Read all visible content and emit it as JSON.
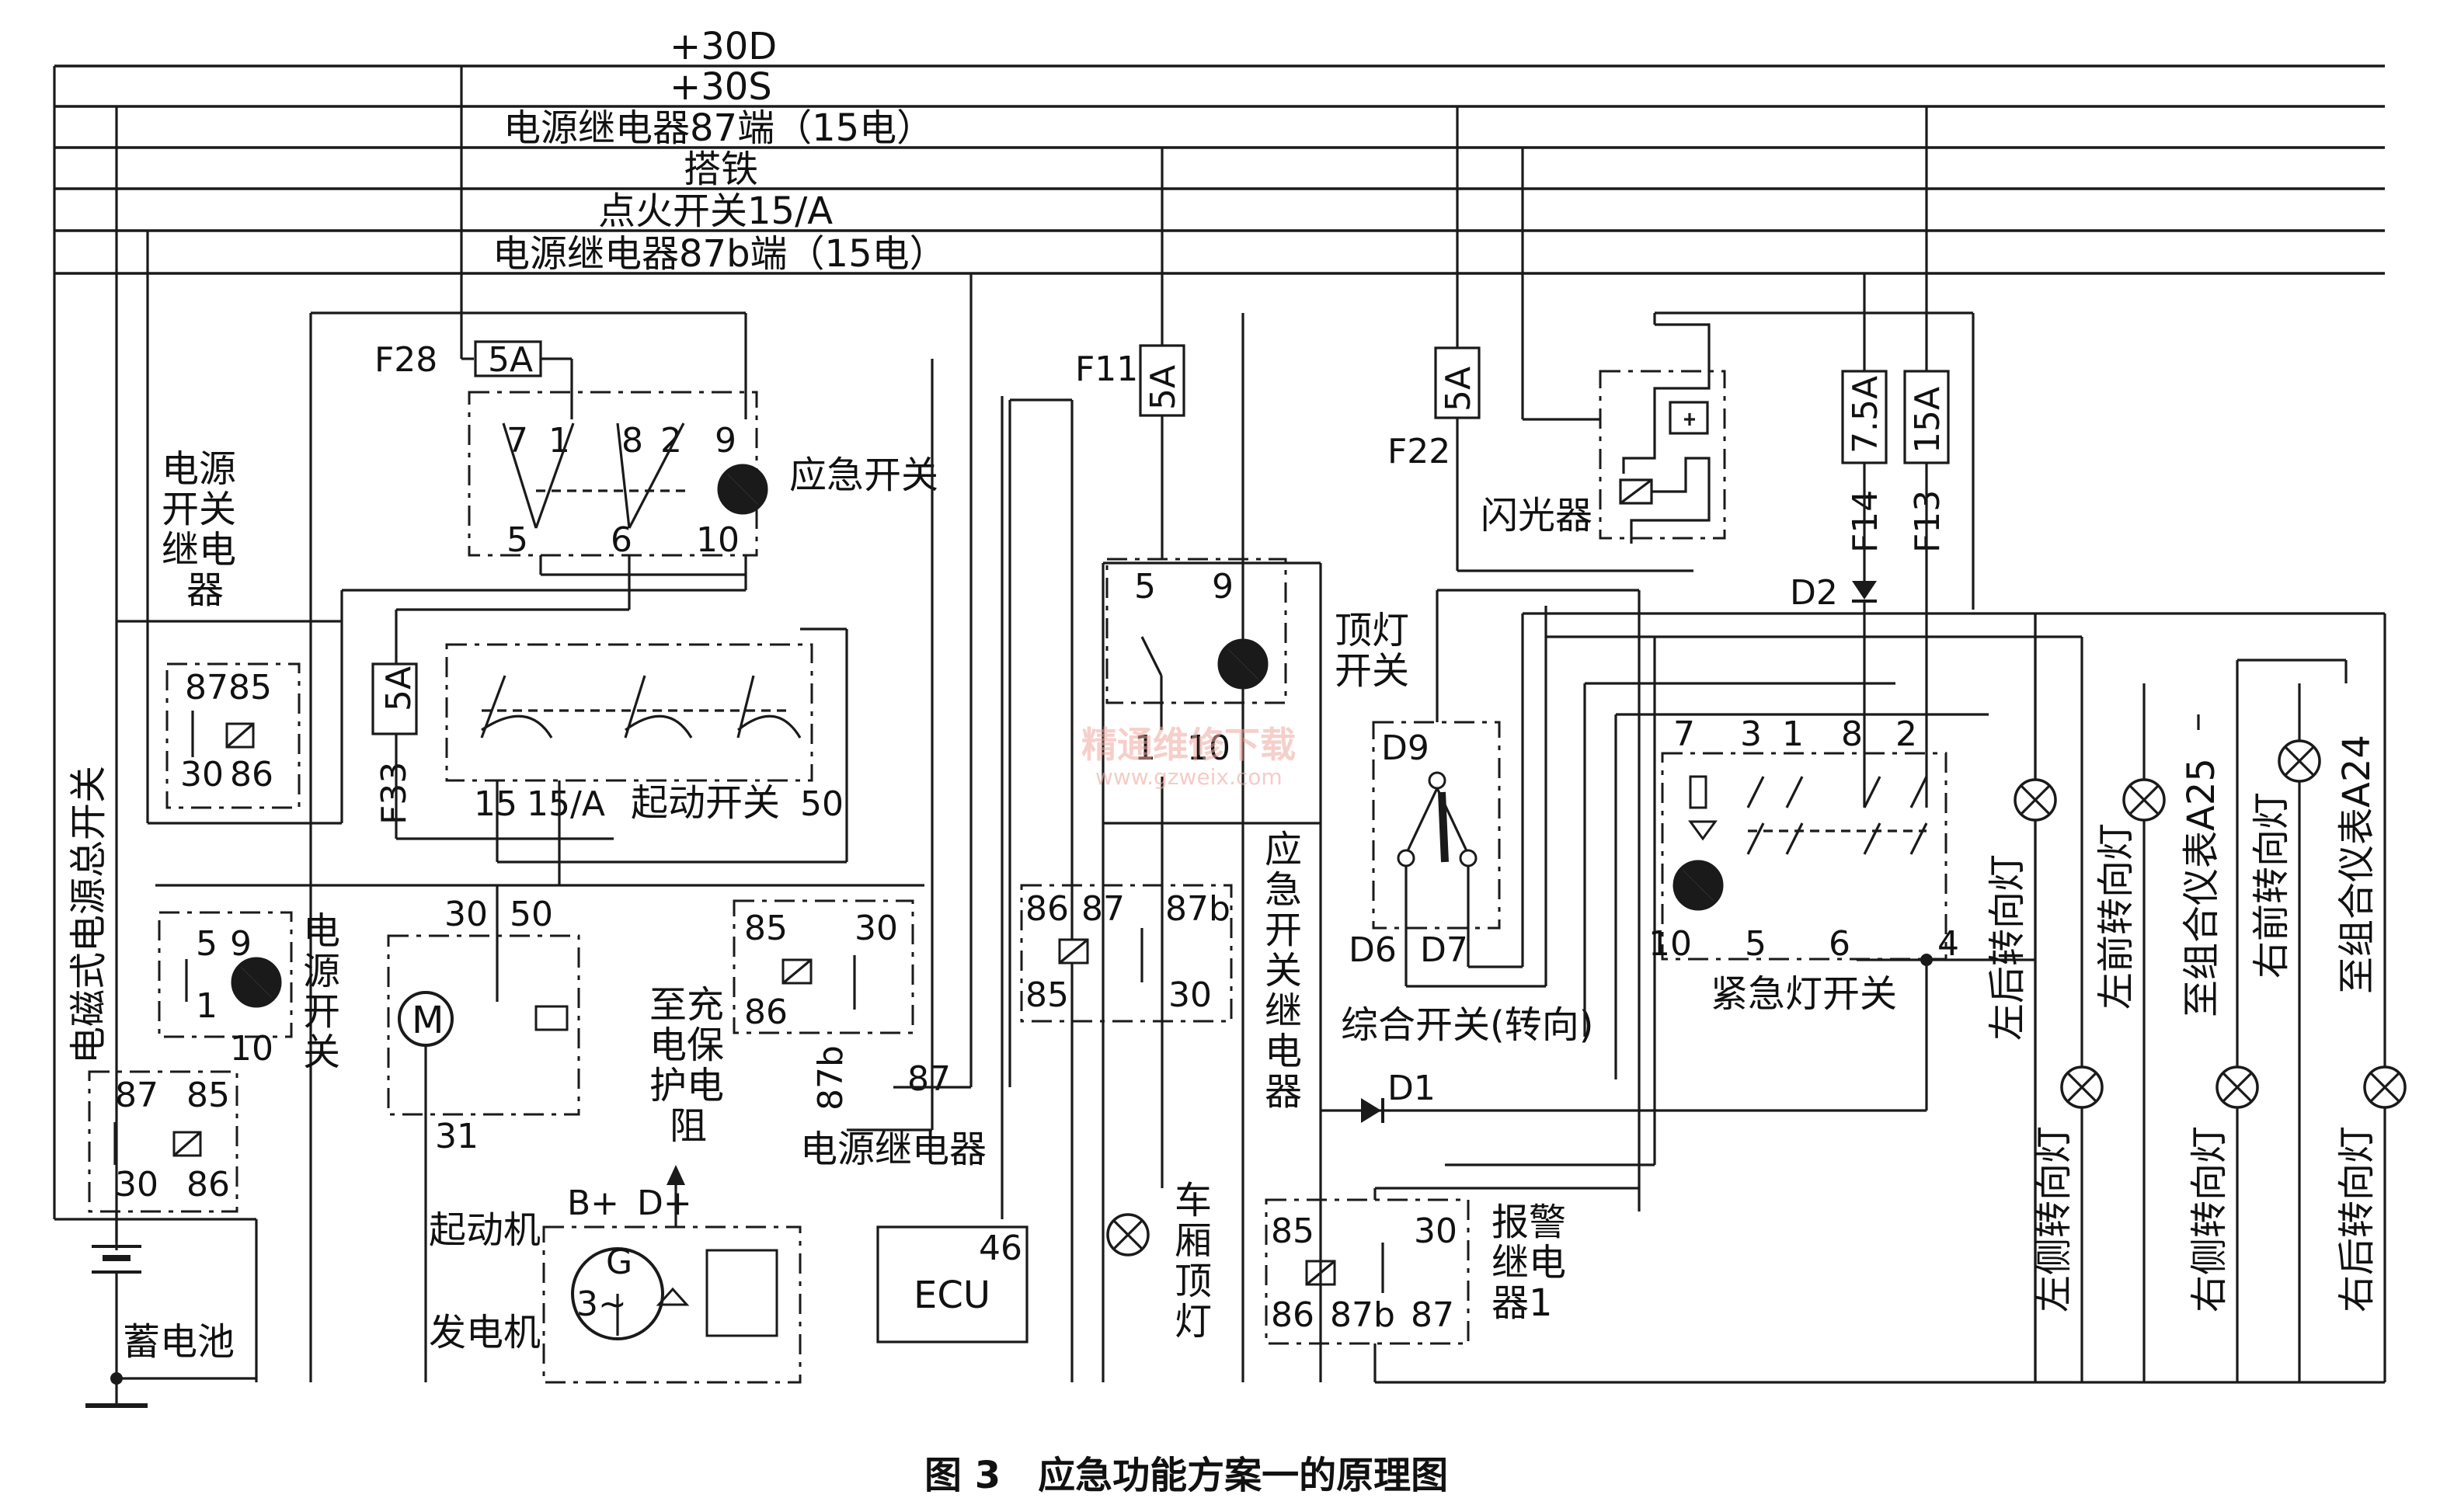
{
  "buses": [
    "+30D",
    "+30S",
    "电源继电器87端（15电）",
    "搭铁",
    "点火开关15/A",
    "电源继电器87b端（15电）"
  ],
  "fuses": {
    "f28": {
      "id": "F28",
      "rating": "5A"
    },
    "f11": {
      "id": "F11",
      "rating": "5A"
    },
    "f22": {
      "id": "F22",
      "rating": "5A"
    },
    "f14": {
      "id": "F14",
      "rating": "7.5A"
    },
    "f13": {
      "id": "F13",
      "rating": "15A"
    },
    "f33": {
      "id": "F33",
      "rating": "5A"
    }
  },
  "emergency_switch": {
    "label": "应急开关",
    "pins": [
      "7",
      "1",
      "8",
      "2",
      "9",
      "5",
      "6",
      "10"
    ]
  },
  "power_switch_relay": {
    "label": [
      "电源",
      "开关",
      "继电",
      "器"
    ],
    "pins": [
      "87",
      "85",
      "30",
      "86"
    ]
  },
  "ignition_switch": {
    "label": "起动开关",
    "pins": [
      "15",
      "15/A",
      "50"
    ]
  },
  "master_switch": {
    "label": "电磁式电源总开关",
    "pins": [
      "87",
      "85",
      "30",
      "86"
    ]
  },
  "power_switch": {
    "label": [
      "电",
      "源",
      "开",
      "关"
    ],
    "pins": [
      "5",
      "9",
      "1",
      "10"
    ]
  },
  "starter": {
    "label": "起动机",
    "pins": [
      "30",
      "50",
      "31"
    ],
    "motor": "M"
  },
  "alternator": {
    "label": "发电机",
    "pins": [
      "B+",
      "D+"
    ],
    "gen": "G",
    "phase": "3~"
  },
  "charge_resistor": {
    "label": [
      "至充",
      "电保",
      "护电",
      "阻"
    ]
  },
  "battery": {
    "label": "蓄电池"
  },
  "power_relay": {
    "label": "电源继电器",
    "pins": [
      "85",
      "30",
      "86",
      "87b",
      "87"
    ]
  },
  "ecu": {
    "label": "ECU",
    "pin": "46"
  },
  "dome_switch": {
    "label": [
      "顶灯",
      "开关"
    ],
    "pins": [
      "5",
      "9",
      "1",
      "10"
    ]
  },
  "relay_87b": {
    "pins": [
      "86",
      "87",
      "87b",
      "85",
      "30"
    ]
  },
  "cargo_lamp": {
    "label": [
      "车",
      "厢",
      "顶",
      "灯"
    ]
  },
  "emergency_relay": {
    "label": [
      "应",
      "急",
      "开",
      "关",
      "继",
      "电",
      "器"
    ]
  },
  "combo_switch": {
    "label": "综合开关(转向)",
    "pins": [
      "D9",
      "D6",
      "D7"
    ]
  },
  "flasher": {
    "label": "闪光器"
  },
  "hazard_switch": {
    "label": "紧急灯开关",
    "pins": [
      "7",
      "3",
      "1",
      "8",
      "2",
      "10",
      "5",
      "6",
      "4"
    ]
  },
  "diodes": {
    "d1": "D1",
    "d2": "D2"
  },
  "alarm_relay": {
    "label": [
      "报警",
      "继电",
      "器1"
    ],
    "pins": [
      "85",
      "30",
      "86",
      "87b",
      "87"
    ]
  },
  "lamps": [
    "左后转向灯",
    "左前转向灯",
    "至组合仪表A25",
    "右前转向灯",
    "至组合仪表A24",
    "左侧转向灯",
    "右侧转向灯",
    "右后转向灯"
  ],
  "watermark": {
    "cn": "精通维修下载",
    "url": "www.gzweix.com"
  },
  "caption": "图 3　应急功能方案一的原理图"
}
